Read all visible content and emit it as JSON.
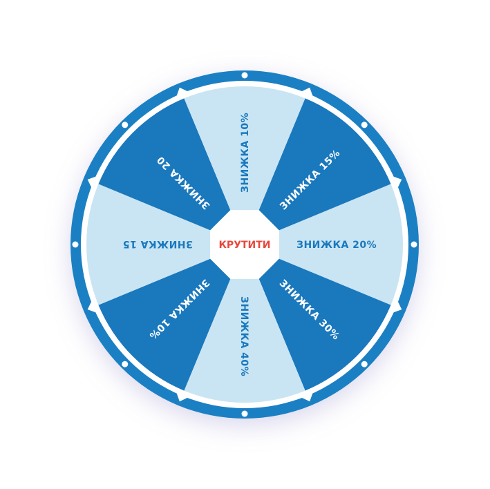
{
  "wheel": {
    "spin_button_label": "КРУТИТИ",
    "segments": [
      {
        "label": "ЗНИЖКА 20%",
        "shade": "light"
      },
      {
        "label": "ЗНИЖКА 30%",
        "shade": "dark"
      },
      {
        "label": "ЗНИЖКА 40%",
        "shade": "light"
      },
      {
        "label": "ЗНИЖКА 10%",
        "shade": "dark"
      },
      {
        "label": "ЗНИЖКА 15",
        "shade": "light"
      },
      {
        "label": "ЗНИЖКА 20",
        "shade": "dark"
      },
      {
        "label": "ЗНИЖКА 10%",
        "shade": "light"
      },
      {
        "label": "ЗНИЖКА 15%",
        "shade": "dark"
      }
    ]
  },
  "colors": {
    "ring": "#1b80c3",
    "dark": "#1a78bd",
    "light": "#c9e5f3",
    "dark_text": "#ffffff",
    "light_text": "#1a78bd",
    "spin_text": "#e8473c"
  }
}
